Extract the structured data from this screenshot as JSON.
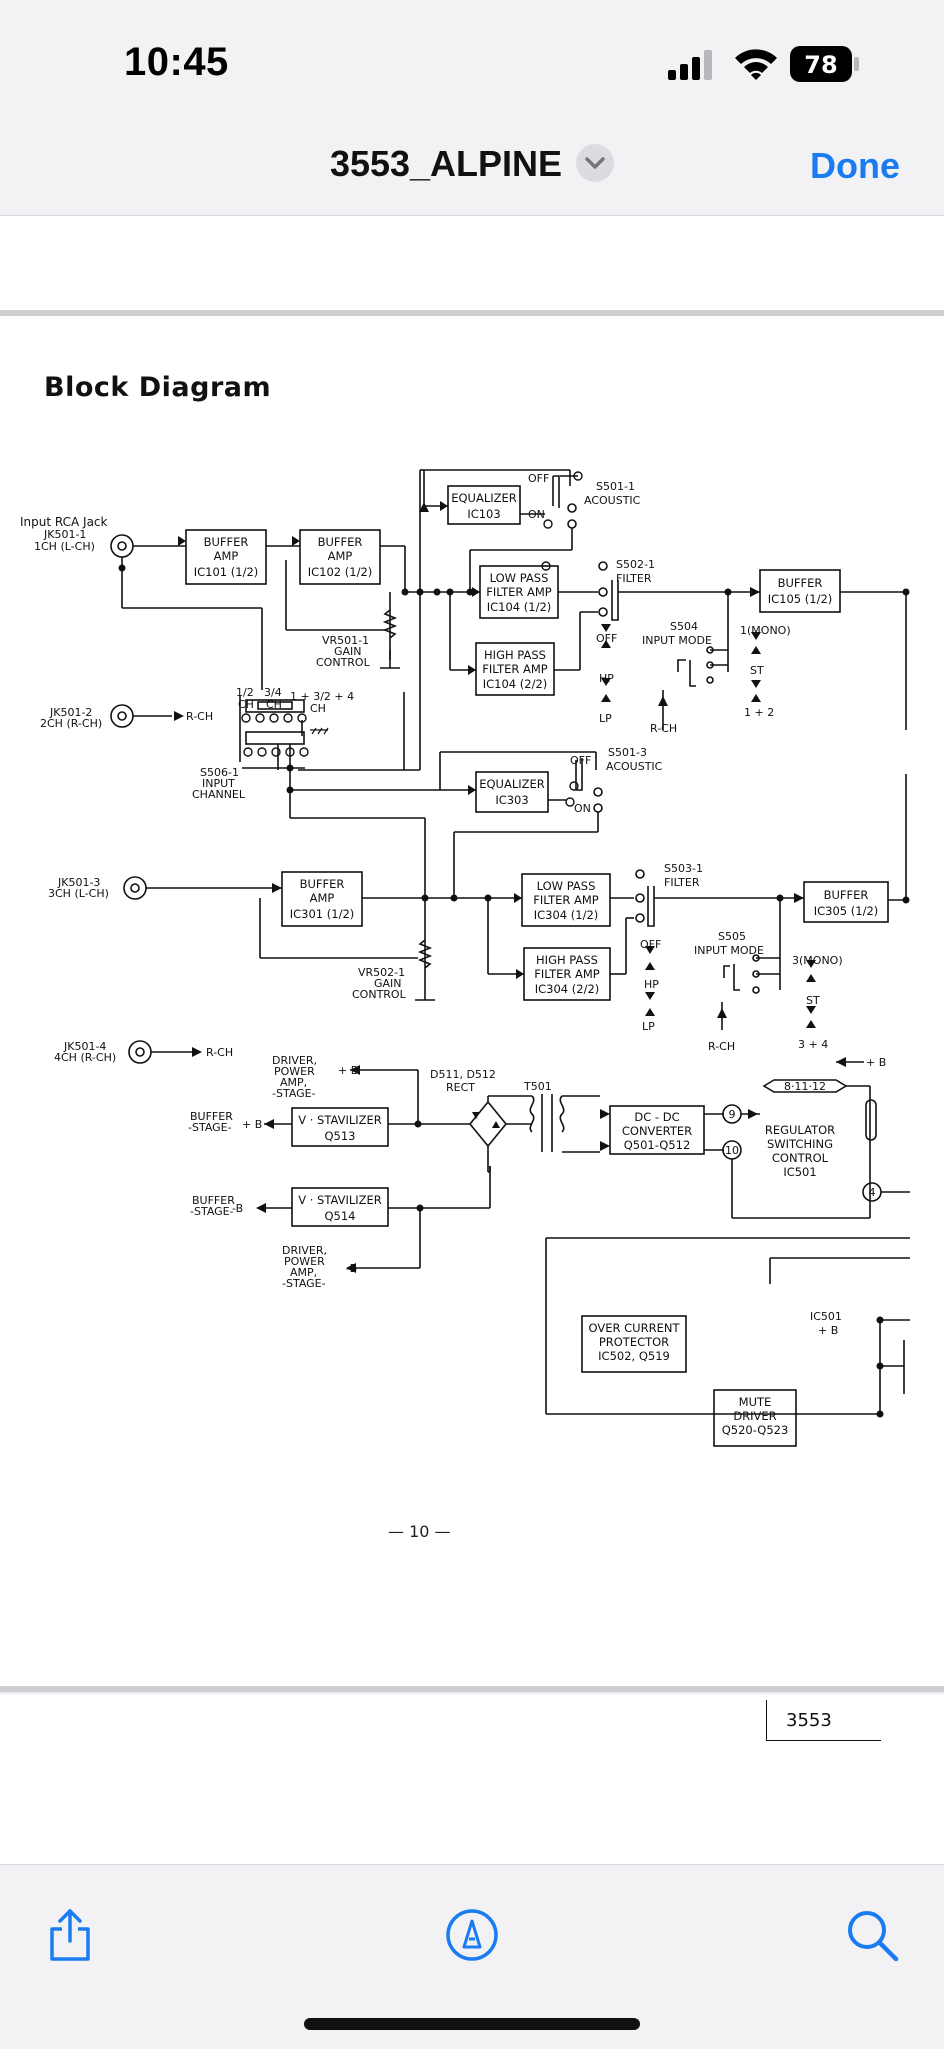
{
  "status": {
    "time": "10:45",
    "battery": "78"
  },
  "nav": {
    "title": "3553_ALPINE",
    "done": "Done"
  },
  "page": {
    "heading": "Block Diagram",
    "page_number": "— 10 —",
    "next_page_label": "3553"
  },
  "diagram": {
    "jk501_1": "Input RCA Jack",
    "jk501_1b": "JK501-1",
    "jk501_1c": "1CH (L-CH)",
    "jk501_2": "JK501-2",
    "jk501_2b": "2CH (R-CH)",
    "jk501_3": "JK501-3",
    "jk501_3b": "3CH (L-CH)",
    "jk501_4": "JK501-4",
    "jk501_4b": "4CH (R-CH)",
    "rch": "R-CH",
    "buffer": "BUFFER",
    "amp": "AMP",
    "ic101": "IC101 (1/2)",
    "ic102": "IC102 (1/2)",
    "ic301": "IC301 (1/2)",
    "equalizer": "EQUALIZER",
    "ic103": "IC103",
    "ic303": "IC303",
    "off": "OFF",
    "on": "ON",
    "s501_1": "S501-1",
    "acoustic": "ACOUSTIC",
    "s501_3": "S501-3",
    "s502_1": "S502-1",
    "s503_1": "S503-1",
    "filter": "FILTER",
    "low_pass": "LOW PASS",
    "high_pass": "HIGH PASS",
    "filter_amp": "FILTER AMP",
    "ic104_1": "IC104 (1/2)",
    "ic104_2": "IC104 (2/2)",
    "ic304_1": "IC304 (1/2)",
    "ic304_2": "IC304 (2/2)",
    "hp": "HP",
    "lp": "LP",
    "ic105": "IC105 (1/2)",
    "ic305": "IC305 (1/2)",
    "s504": "S504",
    "s505": "S505",
    "input_mode": "INPUT MODE",
    "mono1": "1(MONO)",
    "mono3": "3(MONO)",
    "st": "ST",
    "one_two": "1 + 2",
    "three_four": "3 + 4",
    "vr501": "VR501-1",
    "vr502": "VR502-1",
    "gain": "GAIN",
    "control": "CONTROL",
    "sw_half": "1/2",
    "sw_34": "3/4",
    "sw_combo": "1 + 3/2 + 4",
    "ch": "CH",
    "s506": "S506-1",
    "input": "INPUT",
    "channel": "CHANNEL",
    "driver": "DRIVER,",
    "power": "POWER",
    "amp2": "AMP,",
    "stage": "-STAGE-",
    "buffer_stage": "BUFFER",
    "plus_b": "+ B",
    "minus_b": "-B",
    "v_stab": "V · STAVILIZER",
    "q513": "Q513",
    "q514": "Q514",
    "d511": "D511, D512",
    "rect": "RECT",
    "t501": "T501",
    "dcdc": "DC - DC",
    "converter": "CONVERTER",
    "q501": "Q501-Q512",
    "pin9": "9",
    "pin10": "10",
    "pin4": "4",
    "pins_8": "8·11·12",
    "regulator": "REGULATOR",
    "switching": "SWITCHING",
    "ic501": "IC501",
    "over_current": "OVER CURRENT",
    "protector": "PROTECTOR",
    "ic502": "IC502, Q519",
    "mute": "MUTE",
    "mute_driver": "DRIVER",
    "q520": "Q520-Q523",
    "ic501b": "IC501",
    "plus_b2": "+ B"
  }
}
